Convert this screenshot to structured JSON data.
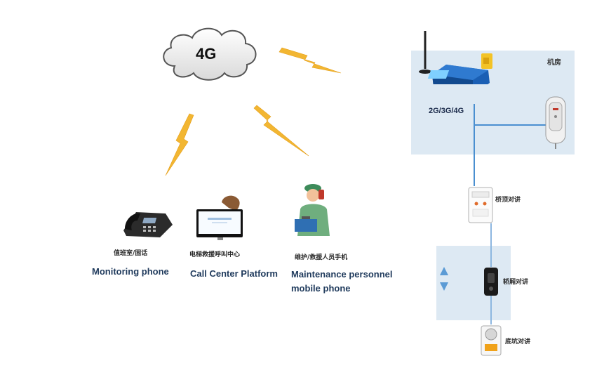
{
  "cloud": {
    "label": "4G"
  },
  "machine_room": {
    "label": "机房",
    "device_label": "2G/3G/4G"
  },
  "intercoms": {
    "car_top": "桥顶对讲",
    "car": "轿厢对讲",
    "pit": "底坑对讲"
  },
  "endpoints": [
    {
      "cn": "值班室/固话",
      "en": "Monitoring phone"
    },
    {
      "cn": "电梯救援呼叫中心",
      "en": "Call Center Platform"
    },
    {
      "cn": "维护/救援人员手机",
      "en": [
        "Maintenance personnel",
        "mobile phone"
      ]
    }
  ],
  "colors": {
    "panel_bg": "#dde9f3",
    "line": "#4a8fd0",
    "lightning": "#f2b632",
    "device_blue": "#1a5fb4",
    "caption_en": "#1f3a5c"
  }
}
